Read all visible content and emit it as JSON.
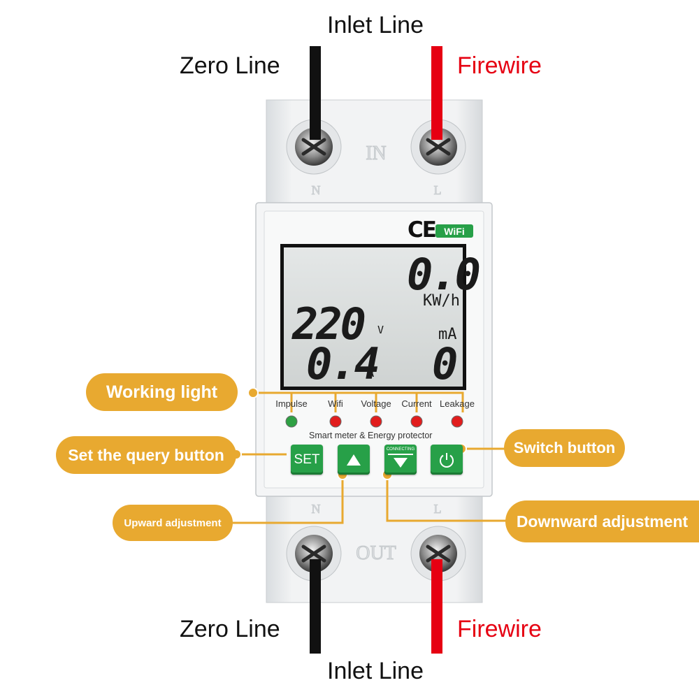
{
  "wires": {
    "inlet_top": "Inlet Line",
    "inlet_bottom": "Inlet Line",
    "zero_top": "Zero Line",
    "zero_bottom": "Zero Line",
    "fire_top": "Firewire",
    "fire_bottom": "Firewire"
  },
  "device": {
    "ce_mark": "CE",
    "wifi_badge": "WiFi",
    "in_label": "IN",
    "out_label": "OUT",
    "terminal_n_top": "N",
    "terminal_l_top": "L",
    "terminal_n_bottom": "N",
    "terminal_l_bottom": "L",
    "subtitle": "Smart meter & Energy protector",
    "lcd": {
      "energy_value": "0.0",
      "energy_unit": "KW/h",
      "voltage_value": "220",
      "voltage_unit": "V",
      "current_value": "0.4",
      "current_unit": "A",
      "leakage_unit": "mA",
      "leakage_value": "0"
    },
    "indicators": [
      {
        "label": "Impulse",
        "color": "#2ea043"
      },
      {
        "label": "Wifi",
        "color": "#e11d1d"
      },
      {
        "label": "Voltage",
        "color": "#e11d1d"
      },
      {
        "label": "Current",
        "color": "#e11d1d"
      },
      {
        "label": "Leakage",
        "color": "#e11d1d"
      }
    ],
    "buttons": {
      "set": "SET",
      "connecting": "CONNECTING"
    }
  },
  "callouts": {
    "working_light": "Working light",
    "set_query": "Set the query button",
    "switch": "Switch button",
    "upward": "Upward adjustment",
    "downward": "Downward adjustment"
  },
  "colors": {
    "callout": "#e8a930",
    "button_green": "#27a048",
    "wire_red": "#e60012",
    "wire_black": "#111111"
  }
}
